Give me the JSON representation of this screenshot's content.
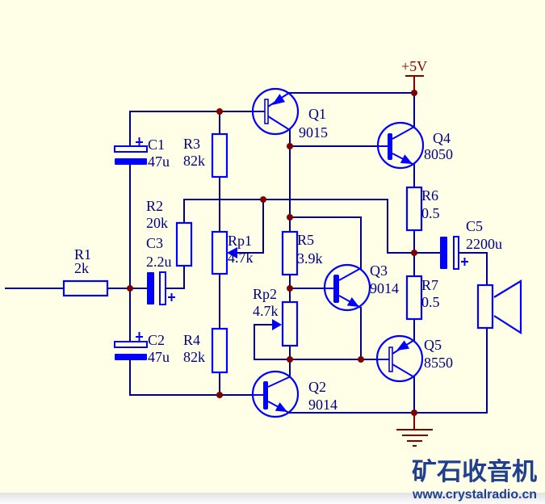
{
  "supply": {
    "label": "+5V"
  },
  "components": {
    "R1": {
      "ref": "R1",
      "value": "2k",
      "symbol": "resistor"
    },
    "R2": {
      "ref": "R2",
      "value": "20k",
      "symbol": "resistor"
    },
    "R3": {
      "ref": "R3",
      "value": "82k",
      "symbol": "resistor"
    },
    "R4": {
      "ref": "R4",
      "value": "82k",
      "symbol": "resistor"
    },
    "R5": {
      "ref": "R5",
      "value": "3.9k",
      "symbol": "resistor"
    },
    "R6": {
      "ref": "R6",
      "value": "0.5",
      "symbol": "resistor"
    },
    "R7": {
      "ref": "R7",
      "value": "0.5",
      "symbol": "resistor"
    },
    "Rp1": {
      "ref": "Rp1",
      "value": "4.7k",
      "symbol": "potentiometer"
    },
    "Rp2": {
      "ref": "Rp2",
      "value": "4.7k",
      "symbol": "potentiometer"
    },
    "C1": {
      "ref": "C1",
      "value": "47u",
      "symbol": "electrolytic-capacitor"
    },
    "C2": {
      "ref": "C2",
      "value": "47u",
      "symbol": "electrolytic-capacitor"
    },
    "C3": {
      "ref": "C3",
      "value": "2.2u",
      "symbol": "electrolytic-capacitor"
    },
    "C5": {
      "ref": "C5",
      "value": "2200u",
      "symbol": "electrolytic-capacitor"
    },
    "Q1": {
      "ref": "Q1",
      "value": "9015",
      "symbol": "pnp-transistor"
    },
    "Q2": {
      "ref": "Q2",
      "value": "9014",
      "symbol": "npn-transistor"
    },
    "Q3": {
      "ref": "Q3",
      "value": "9014",
      "symbol": "npn-transistor"
    },
    "Q4": {
      "ref": "Q4",
      "value": "8050",
      "symbol": "npn-transistor"
    },
    "Q5": {
      "ref": "Q5",
      "value": "8550",
      "symbol": "pnp-transistor"
    }
  },
  "icons": {
    "speaker": "speaker-icon",
    "ground": "ground-icon",
    "power": "power-rail-icon",
    "junction": "junction-dot"
  },
  "watermark": {
    "title": "矿石收音机",
    "url": "www.crystalradio.cn"
  },
  "colors": {
    "background": "#FFFFE8",
    "wire": "#000080",
    "component": "#0000FF",
    "junction": "#800000",
    "label": "#000080",
    "power": "#800000",
    "watermark": "#1F3F8F"
  }
}
